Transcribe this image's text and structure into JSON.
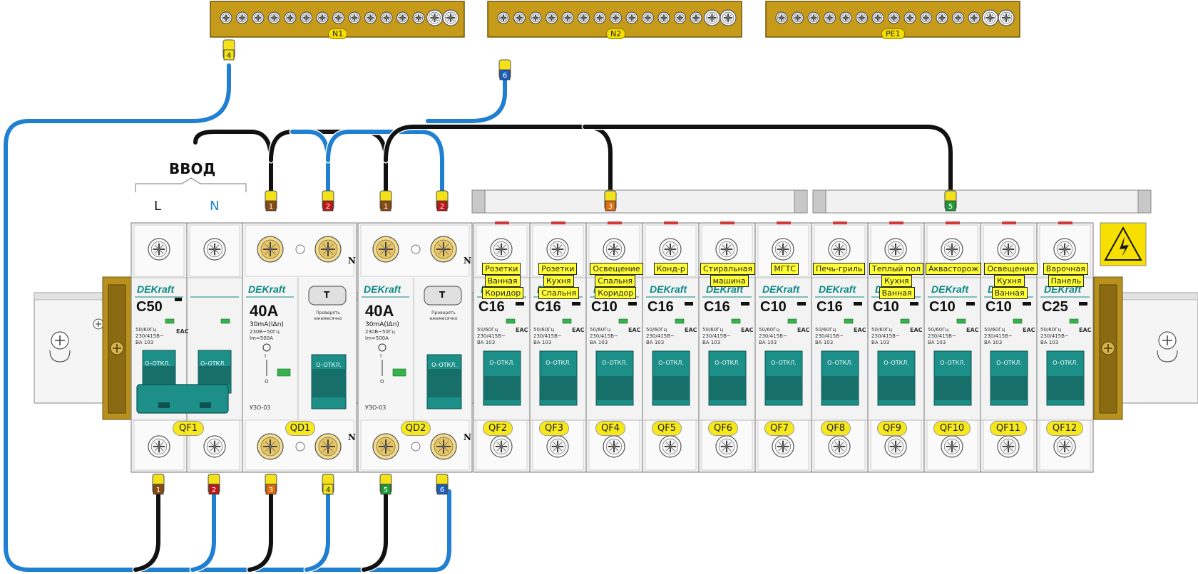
{
  "title": "ВВОД",
  "phase_labels": [
    "L",
    "N"
  ],
  "busbars": [
    {
      "label": "N1",
      "screws": 15
    },
    {
      "label": "N2",
      "screws": 15
    },
    {
      "label": "PE1",
      "screws": 15
    }
  ],
  "brand": "DEKraft",
  "colors": {
    "live_wire": "#111111",
    "neutral_wire": "#1f7fd0",
    "busbar": "#c79b1a",
    "label_yellow": "#f7e81c",
    "breaker_body": "#f1f1f1",
    "lever": "#17847e",
    "din_clamp": "#b8901e"
  },
  "main_breaker": {
    "id": "QF1",
    "rating": "C50",
    "spec_lines": [
      "50/60Гц",
      "230/415В~",
      "ВА 103"
    ],
    "eac": "EAC",
    "switch_label": "O–ОТКЛ."
  },
  "rcds": [
    {
      "id": "QD1",
      "rating": "40A",
      "spec": "30mA(IΔn)",
      "sub": [
        "230В~50Гц",
        "Im=500A"
      ],
      "model": "УЗО-03",
      "test_label": "T",
      "test_text": [
        "Проверять",
        "ежемесячно"
      ],
      "switch_label": "O–ОТКЛ.",
      "n_mark": "N",
      "status": [
        "I",
        "O"
      ]
    },
    {
      "id": "QD2",
      "rating": "40A",
      "spec": "30mA(IΔn)",
      "sub": [
        "230В~50Гц",
        "Im=500A"
      ],
      "model": "УЗО-03",
      "test_label": "T",
      "test_text": [
        "Проверять",
        "ежемесячно"
      ],
      "switch_label": "O–ОТКЛ.",
      "n_mark": "N",
      "status": [
        "I",
        "O"
      ]
    }
  ],
  "breakers": [
    {
      "id": "QF2",
      "rating": "C16",
      "labels": [
        "Розетки",
        "Ванная",
        "Коридор"
      ]
    },
    {
      "id": "QF3",
      "rating": "C16",
      "labels": [
        "Розетки",
        "Кухня",
        "Спальня"
      ]
    },
    {
      "id": "QF4",
      "rating": "C10",
      "labels": [
        "Освещение",
        "Спальня",
        "Коридор"
      ]
    },
    {
      "id": "QF5",
      "rating": "C16",
      "labels": [
        "Конд-р"
      ]
    },
    {
      "id": "QF6",
      "rating": "C16",
      "labels": [
        "Стиральная",
        "машина"
      ]
    },
    {
      "id": "QF7",
      "rating": "C10",
      "labels": [
        "МГТС"
      ]
    },
    {
      "id": "QF8",
      "rating": "C16",
      "labels": [
        "Печь-гриль"
      ]
    },
    {
      "id": "QF9",
      "rating": "C10",
      "labels": [
        "Теплый пол",
        "Кухня",
        "Ванная"
      ]
    },
    {
      "id": "QF10",
      "rating": "C10",
      "labels": [
        "Аквасторож"
      ]
    },
    {
      "id": "QF11",
      "rating": "C10",
      "labels": [
        "Освещение",
        "Кухня",
        "Ванная"
      ]
    },
    {
      "id": "QF12",
      "rating": "C25",
      "labels": [
        "Варочная",
        "Панель"
      ]
    }
  ],
  "breaker_spec_lines": [
    "50/60Гц",
    "230/415В~",
    "ВА 103"
  ],
  "breaker_switch_label": "O–ОТКЛ.",
  "breaker_eac": "EAC",
  "wire_markers": {
    "busbar_n1": "4",
    "busbar_n2": "6",
    "top": [
      "1",
      "2",
      "1",
      "2",
      "3",
      "5"
    ],
    "bottom": [
      "1",
      "2",
      "3",
      "4",
      "5",
      "6"
    ]
  },
  "marker_colors": {
    "1": "#8a4a12",
    "2": "#c01818",
    "3": "#e06a10",
    "4": "#f1e21a",
    "5": "#1f9a3a",
    "6": "#1d5fc0"
  }
}
